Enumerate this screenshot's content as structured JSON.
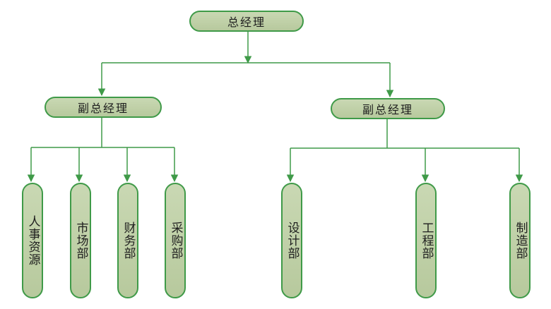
{
  "colors": {
    "node_fill": "#c1d2a8",
    "node_border": "#3f9a48",
    "connector": "#3f9a48"
  },
  "chart": {
    "ceo": "总经理",
    "vp_left": "副总经理",
    "vp_right": "副总经理",
    "departments_left": [
      "人事资源",
      "市场部",
      "财务部",
      "采购部"
    ],
    "departments_right": [
      "设计部",
      "工程部",
      "制造部"
    ]
  }
}
